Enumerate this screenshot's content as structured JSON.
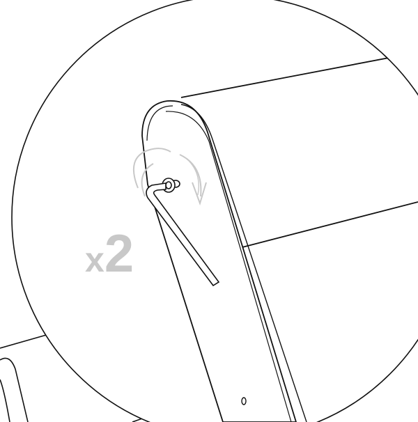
{
  "illustration": {
    "quantity": {
      "prefix": "x",
      "number": "2"
    },
    "colors": {
      "line": "#111111",
      "background": "#ffffff",
      "rotation_arrow": "#c8c8c8",
      "quantity_label": "#c8c8c8"
    },
    "icons": [
      "detail-circle",
      "chair-backrest",
      "chair-frame-arm",
      "bolt",
      "allen-key",
      "rotate-clockwise-arrow"
    ]
  }
}
